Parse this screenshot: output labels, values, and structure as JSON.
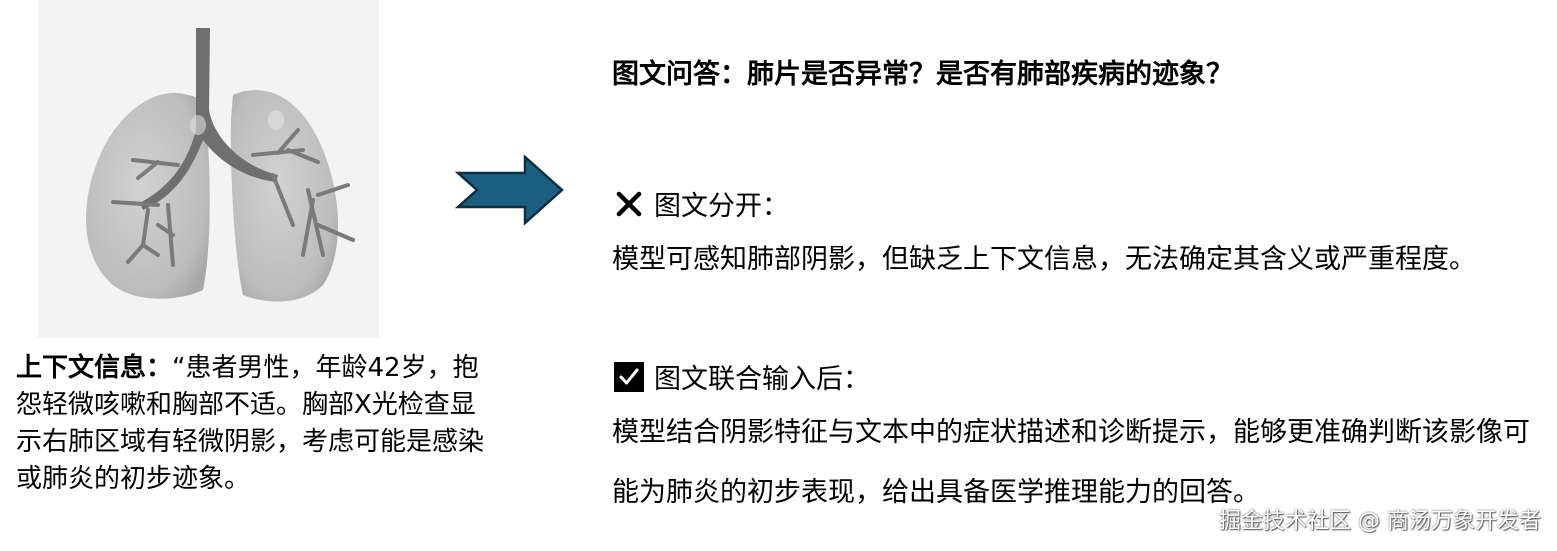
{
  "image": {
    "alt": "Grayscale illustration of lungs with trachea and bronchi",
    "icon": "lungs-illustration"
  },
  "context": {
    "label": "上下文信息：",
    "text": "“患者男性，年龄42岁，抱怨轻微咳嗽和胸部不适。胸部X光检查显示右肺区域有轻微阴影，考虑可能是感染或肺炎的初步迹象。"
  },
  "arrow": {
    "icon": "right-arrow-icon",
    "color": "#1b5e80",
    "stroke": "#0d2f40"
  },
  "question": "图文问答：肺片是否异常？是否有肺部疾病的迹象？",
  "separate": {
    "icon": "cross-icon",
    "title": "图文分开：",
    "text": "模型可感知肺部阴影，但缺乏上下文信息，无法确定其含义或严重程度。"
  },
  "combined": {
    "icon": "checkbox-checked-icon",
    "title": "图文联合输入后：",
    "text": "模型结合阴影特征与文本中的症状描述和诊断提示，能够更准确判断该影像可能为肺炎的初步表现，给出具备医学推理能力的回答。"
  },
  "watermark": "掘金技术社区 @ 商汤万象开发者"
}
